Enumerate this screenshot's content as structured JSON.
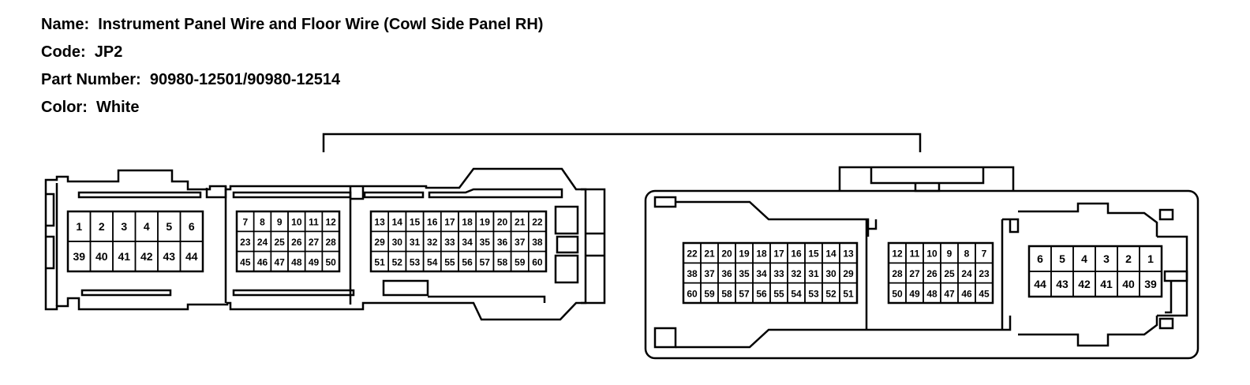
{
  "info": [
    {
      "label": "Name:",
      "value": "Instrument Panel Wire and Floor Wire (Cowl Side Panel RH)"
    },
    {
      "label": "Code:",
      "value": "JP2"
    },
    {
      "label": "Part Number:",
      "value": "90980-12501/90980-12514"
    },
    {
      "label": "Color:",
      "value": "White"
    }
  ],
  "connectors": {
    "female": {
      "sections": [
        {
          "rows": [
            [
              "1",
              "2",
              "3",
              "4",
              "5",
              "6"
            ],
            [
              "39",
              "40",
              "41",
              "42",
              "43",
              "44"
            ]
          ]
        },
        {
          "rows": [
            [
              "7",
              "8",
              "9",
              "10",
              "11",
              "12"
            ],
            [
              "23",
              "24",
              "25",
              "26",
              "27",
              "28"
            ],
            [
              "45",
              "46",
              "47",
              "48",
              "49",
              "50"
            ]
          ]
        },
        {
          "rows": [
            [
              "13",
              "14",
              "15",
              "16",
              "17",
              "18",
              "19",
              "20",
              "21",
              "22"
            ],
            [
              "29",
              "30",
              "31",
              "32",
              "33",
              "34",
              "35",
              "36",
              "37",
              "38"
            ],
            [
              "51",
              "52",
              "53",
              "54",
              "55",
              "56",
              "57",
              "58",
              "59",
              "60"
            ]
          ]
        }
      ]
    },
    "male": {
      "sections": [
        {
          "rows": [
            [
              "22",
              "21",
              "20",
              "19",
              "18",
              "17",
              "16",
              "15",
              "14",
              "13"
            ],
            [
              "38",
              "37",
              "36",
              "35",
              "34",
              "33",
              "32",
              "31",
              "30",
              "29"
            ],
            [
              "60",
              "59",
              "58",
              "57",
              "56",
              "55",
              "54",
              "53",
              "52",
              "51"
            ]
          ]
        },
        {
          "rows": [
            [
              "12",
              "11",
              "10",
              "9",
              "8",
              "7"
            ],
            [
              "28",
              "27",
              "26",
              "25",
              "24",
              "23"
            ],
            [
              "50",
              "49",
              "48",
              "47",
              "46",
              "45"
            ]
          ]
        },
        {
          "rows": [
            [
              "6",
              "5",
              "4",
              "3",
              "2",
              "1"
            ],
            [
              "44",
              "43",
              "42",
              "41",
              "40",
              "39"
            ]
          ]
        }
      ]
    }
  }
}
